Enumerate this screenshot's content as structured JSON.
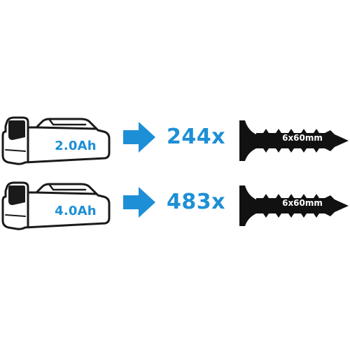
{
  "rows": [
    {
      "battery_label": "2.0Ah",
      "count": "244x",
      "screw_label": "6x60mm"
    },
    {
      "battery_label": "4.0Ah",
      "count": "483x",
      "screw_label": "6x60mm"
    }
  ],
  "colors": {
    "accent": "#1d8fd6",
    "outline": "#1a1a1a",
    "screw": "#111111"
  },
  "icons": {
    "battery": "battery-pack-icon",
    "arrow": "right-arrow-icon",
    "screw": "screw-icon"
  }
}
